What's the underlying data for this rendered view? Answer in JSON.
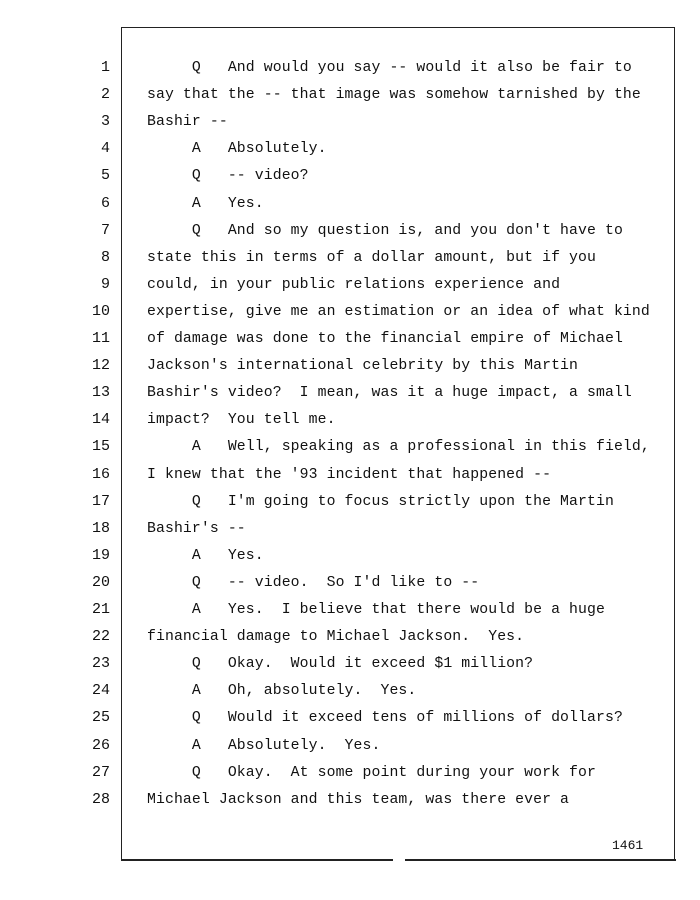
{
  "transcript": {
    "page_number": "1461",
    "lines": [
      {
        "num": "1",
        "text": "     Q   And would you say -- would it also be fair to"
      },
      {
        "num": "2",
        "text": "say that the -- that image was somehow tarnished by the"
      },
      {
        "num": "3",
        "text": "Bashir --"
      },
      {
        "num": "4",
        "text": "     A   Absolutely."
      },
      {
        "num": "5",
        "text": "     Q   -- video?"
      },
      {
        "num": "6",
        "text": "     A   Yes."
      },
      {
        "num": "7",
        "text": "     Q   And so my question is, and you don't have to"
      },
      {
        "num": "8",
        "text": "state this in terms of a dollar amount, but if you"
      },
      {
        "num": "9",
        "text": "could, in your public relations experience and"
      },
      {
        "num": "10",
        "text": "expertise, give me an estimation or an idea of what kind"
      },
      {
        "num": "11",
        "text": "of damage was done to the financial empire of Michael"
      },
      {
        "num": "12",
        "text": "Jackson's international celebrity by this Martin"
      },
      {
        "num": "13",
        "text": "Bashir's video?  I mean, was it a huge impact, a small"
      },
      {
        "num": "14",
        "text": "impact?  You tell me."
      },
      {
        "num": "15",
        "text": "     A   Well, speaking as a professional in this field,"
      },
      {
        "num": "16",
        "text": "I knew that the '93 incident that happened --"
      },
      {
        "num": "17",
        "text": "     Q   I'm going to focus strictly upon the Martin"
      },
      {
        "num": "18",
        "text": "Bashir's --"
      },
      {
        "num": "19",
        "text": "     A   Yes."
      },
      {
        "num": "20",
        "text": "     Q   -- video.  So I'd like to --"
      },
      {
        "num": "21",
        "text": "     A   Yes.  I believe that there would be a huge"
      },
      {
        "num": "22",
        "text": "financial damage to Michael Jackson.  Yes."
      },
      {
        "num": "23",
        "text": "     Q   Okay.  Would it exceed $1 million?"
      },
      {
        "num": "24",
        "text": "     A   Oh, absolutely.  Yes."
      },
      {
        "num": "25",
        "text": "     Q   Would it exceed tens of millions of dollars?"
      },
      {
        "num": "26",
        "text": "     A   Absolutely.  Yes."
      },
      {
        "num": "27",
        "text": "     Q   Okay.  At some point during your work for"
      },
      {
        "num": "28",
        "text": "Michael Jackson and this team, was there ever a"
      }
    ]
  }
}
